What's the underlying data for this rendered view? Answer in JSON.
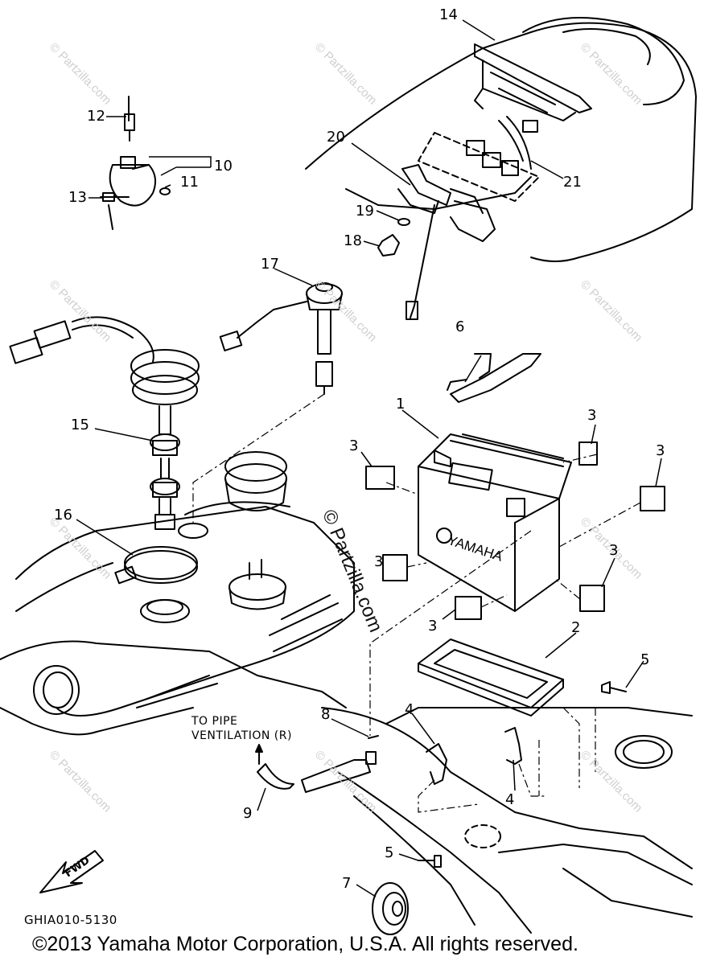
{
  "callouts": [
    "1",
    "2",
    "3",
    "3",
    "3",
    "3",
    "3",
    "3",
    "4",
    "4",
    "5",
    "5",
    "6",
    "7",
    "8",
    "9",
    "10",
    "11",
    "12",
    "13",
    "14",
    "15",
    "16",
    "17",
    "18",
    "19",
    "20",
    "21"
  ],
  "pipe_note": {
    "line1": "TO PIPE",
    "line2": "VENTILATION (R)"
  },
  "fwd_label": "FWD",
  "battery_brand": "YAMAHA",
  "diagram_code": "GHIA010-5130",
  "copyright": "©2013  Yamaha Motor Corporation, U.S.A. All rights reserved.",
  "watermark": "© Partzilla.com"
}
